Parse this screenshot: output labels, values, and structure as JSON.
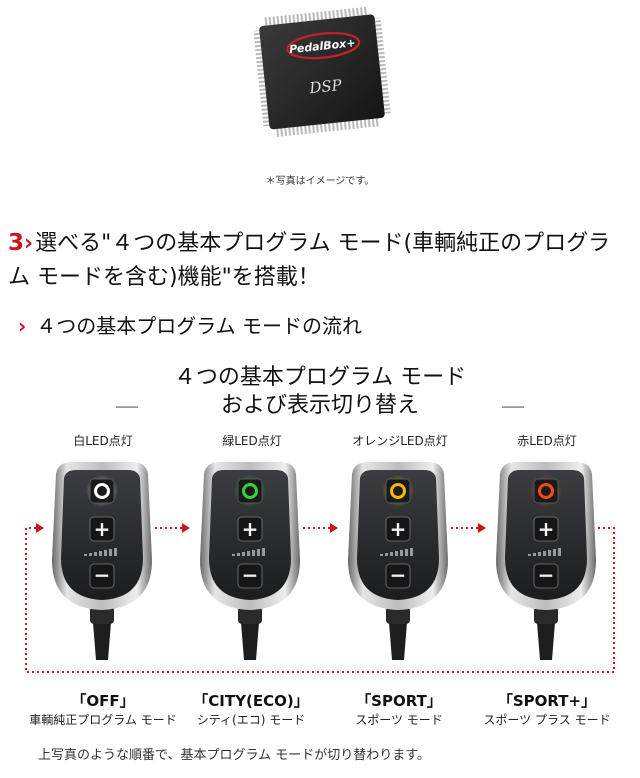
{
  "chip": {
    "brand": "PedalBox+",
    "label": "DSP",
    "caption": "＊写真はイメージです。"
  },
  "heading": {
    "number": "3",
    "arrow": "›",
    "text": "選べる\"４つの基本プログラム モード(車輌純正のプログラム モードを含む)機能\"を搭載！"
  },
  "subheading": {
    "arrow": "›",
    "text": "４つの基本プログラム モードの流れ"
  },
  "diagram": {
    "title_line1": "４つの基本プログラム モード",
    "title_line2": "および表示切り替え",
    "dash_left": "＿",
    "dash_right": "＿",
    "modes": [
      {
        "led_label": "白LED点灯",
        "led_color": "#ffffff",
        "name": "「OFF」",
        "desc": "車輌純正プログラム モード"
      },
      {
        "led_label": "緑LED点灯",
        "led_color": "#38d13c",
        "name": "「CITY(ECO)」",
        "desc": "シティ(エコ) モード"
      },
      {
        "led_label": "オレンジLED点灯",
        "led_color": "#f5b800",
        "name": "「SPORT」",
        "desc": "スポーツ モード"
      },
      {
        "led_label": "赤LED点灯",
        "led_color": "#f04a1a",
        "name": "「SPORT+」",
        "desc": "スポーツ プラス モード"
      }
    ],
    "plus_symbol": "+",
    "minus_symbol": "−",
    "flow_color": "#d0121b"
  },
  "footnote": "上写真のような順番で、基本プログラム モードが切り替わります。"
}
